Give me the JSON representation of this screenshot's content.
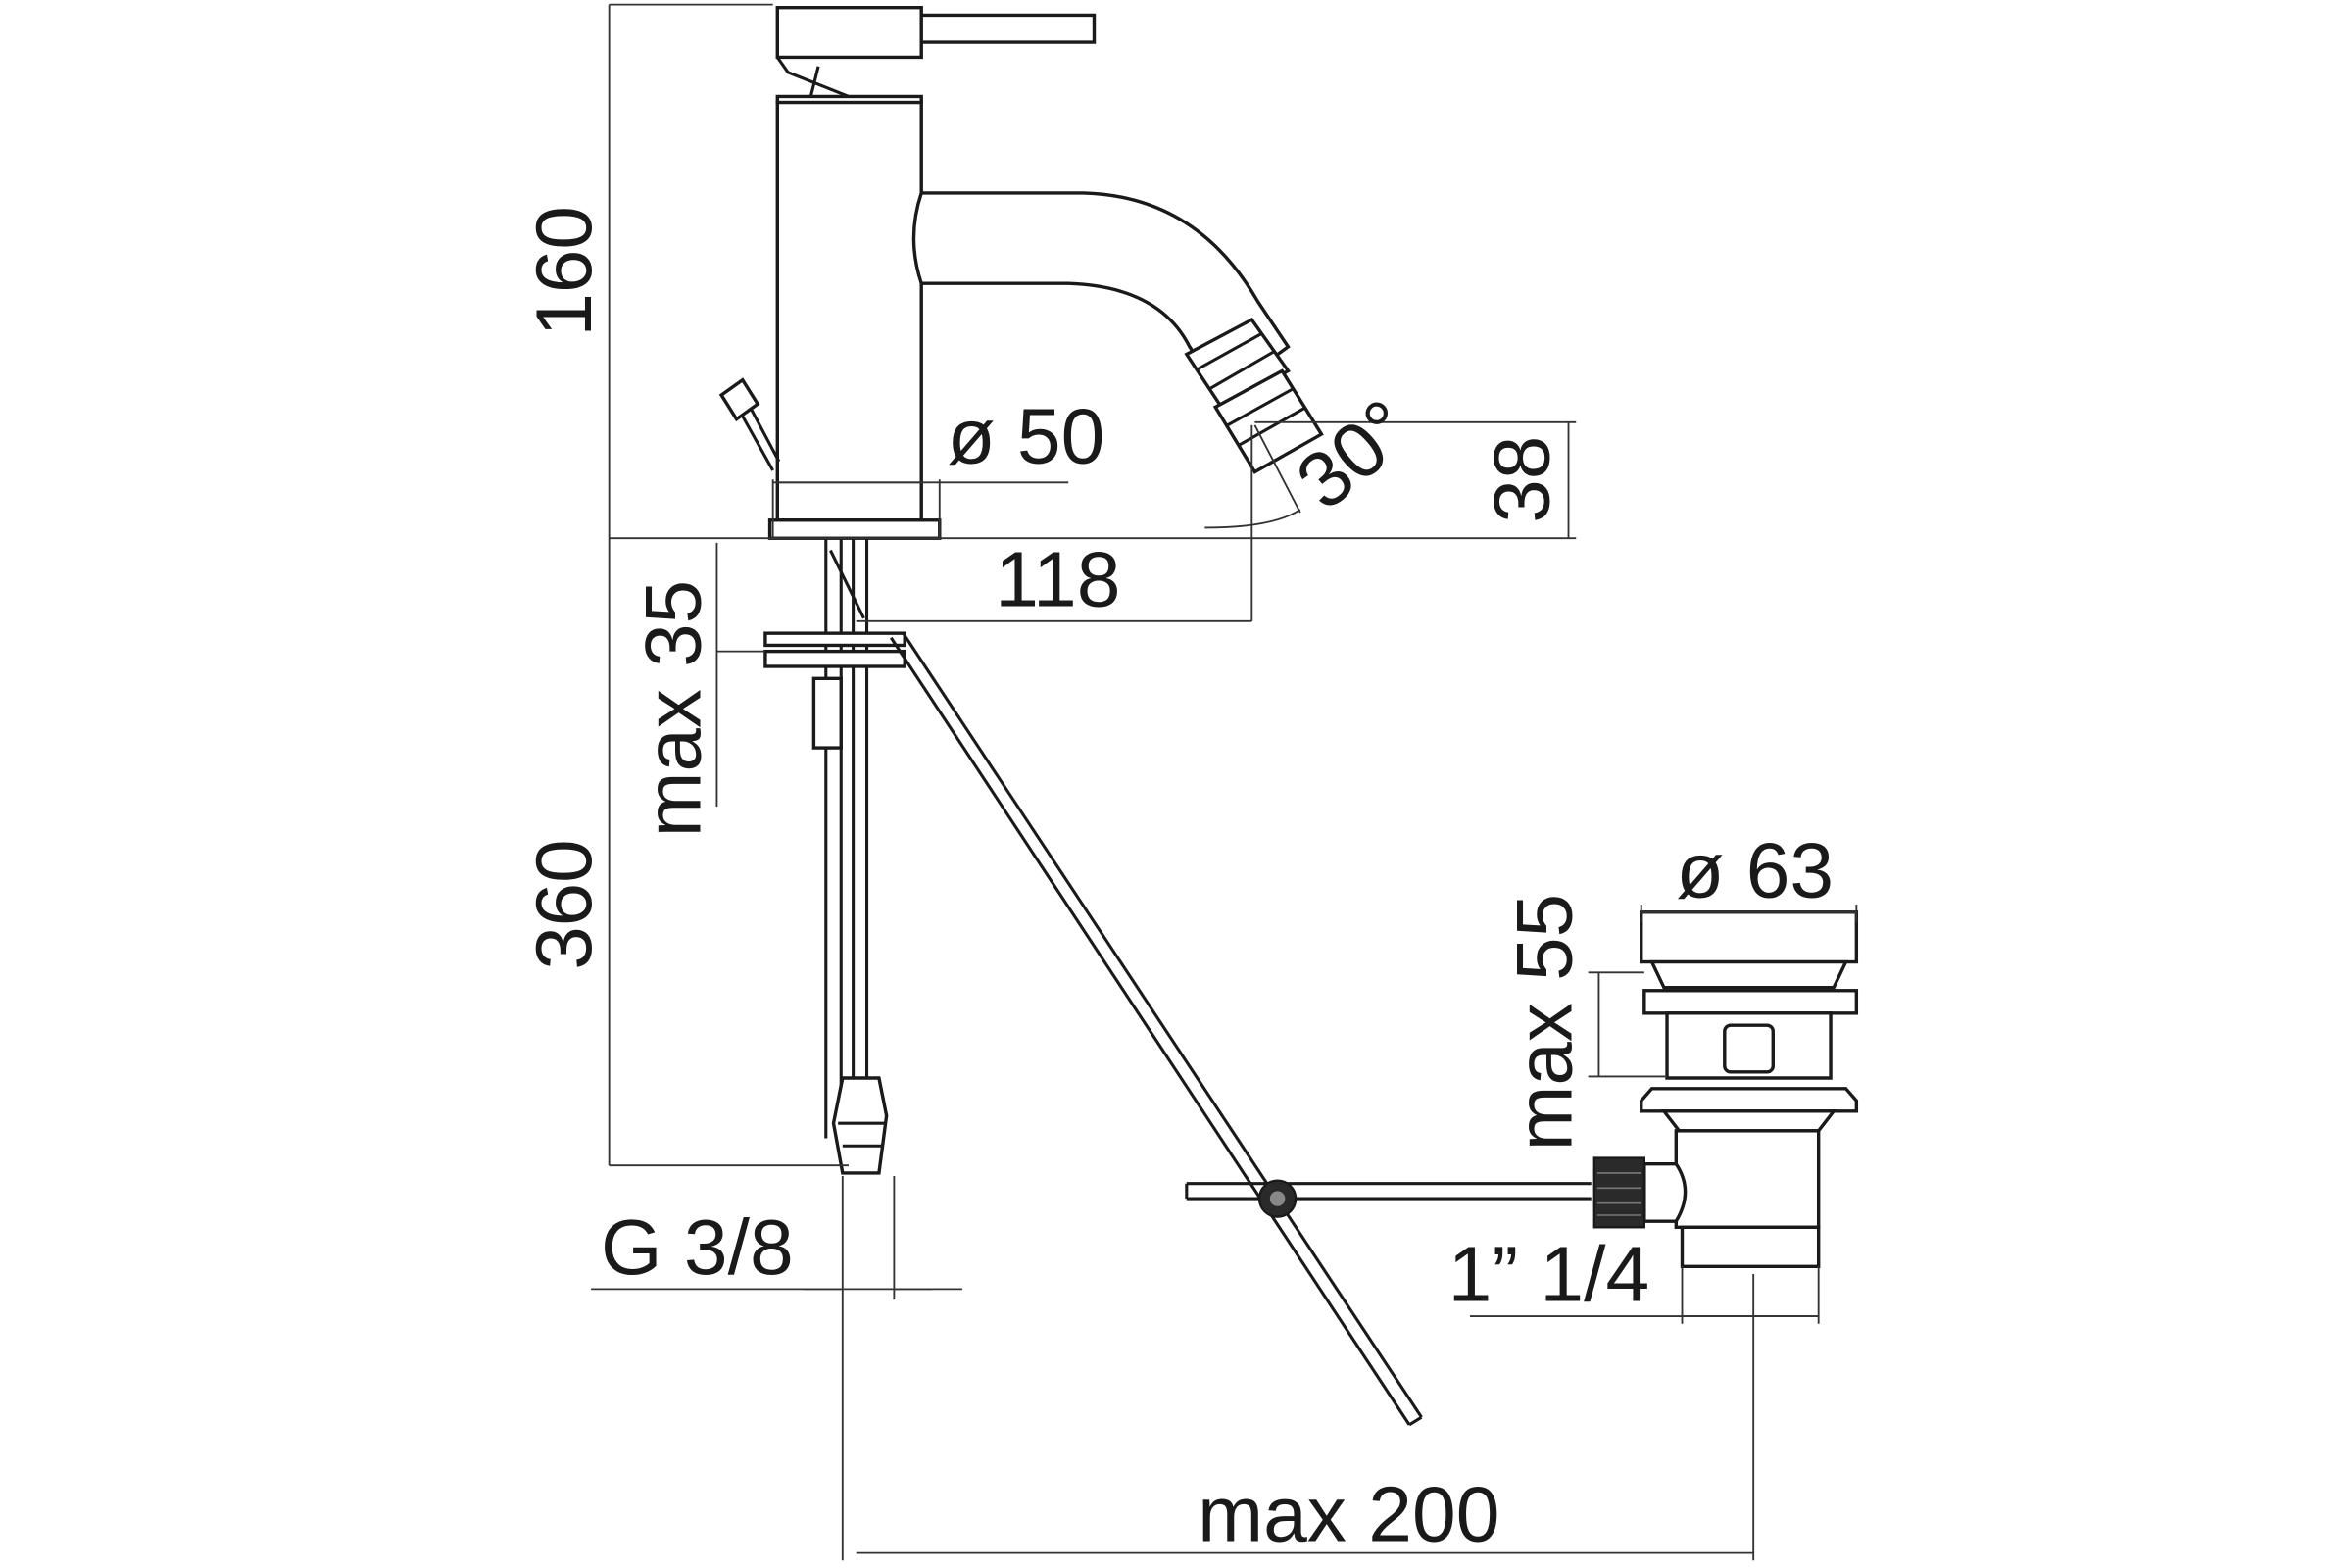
{
  "drawing": {
    "dimensions": {
      "height_total": "160",
      "base_diameter": "ø 50",
      "spout_angle": "30°",
      "spout_height": "38",
      "spout_reach": "118",
      "deck_thickness": "max 35",
      "hose_length": "360",
      "connection": "G 3/8",
      "waste_diameter": "ø 63",
      "waste_height": "max 55",
      "waste_thread": "1” 1/4",
      "rod_distance": "max 200"
    }
  }
}
